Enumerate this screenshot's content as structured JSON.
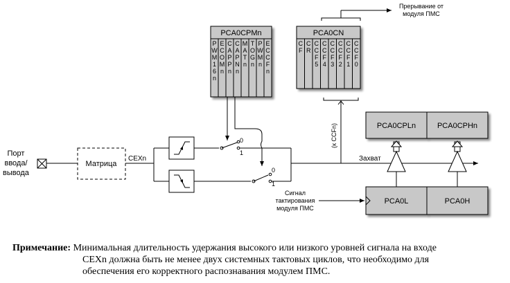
{
  "port_label": [
    "Порт",
    "ввода/",
    "вывода"
  ],
  "matrix_label": "Матрица",
  "cex_label": "CEXn",
  "pca0cpmn": {
    "title": "PCA0CPMn",
    "bits": [
      [
        "P",
        "W",
        "M",
        "1",
        "6",
        "n"
      ],
      [
        "E",
        "C",
        "O",
        "M",
        "n"
      ],
      [
        "C",
        "A",
        "P",
        "P",
        "n"
      ],
      [
        "C",
        "A",
        "P",
        "N",
        "n"
      ],
      [
        "M",
        "A",
        "T",
        "n"
      ],
      [
        "T",
        "O",
        "G",
        "n"
      ],
      [
        "P",
        "W",
        "M",
        "n"
      ],
      [
        "E",
        "C",
        "C",
        "F",
        "n"
      ]
    ]
  },
  "pca0cn": {
    "title": "PCA0CN",
    "bits": [
      [
        "C",
        "F"
      ],
      [
        "C",
        "R"
      ],
      [
        "C",
        "C",
        "F",
        "5"
      ],
      [
        "C",
        "C",
        "F",
        "4"
      ],
      [
        "C",
        "C",
        "F",
        "3"
      ],
      [
        "C",
        "C",
        "F",
        "2"
      ],
      [
        "C",
        "C",
        "F",
        "1"
      ],
      [
        "C",
        "C",
        "F",
        "0"
      ]
    ]
  },
  "interrupt_label": [
    "Прерывание от",
    "модуля ПМС"
  ],
  "ccfn_label": "(к CCFn)",
  "capture_label": "Захват",
  "mux_labels": {
    "zero1": "0",
    "one1": "1",
    "zero2": "0",
    "one2": "1"
  },
  "pca0cpln": "PCA0CPLn",
  "pca0cphn": "PCA0CPHn",
  "pca0l": "PCA0L",
  "pca0h": "PCA0H",
  "clock_label": [
    "Сигнал",
    "тактирования",
    "модуля ПМС"
  ],
  "note": {
    "heading": "Примечание:",
    "line1": "Минимальная длительность удержания высокого или низкого уровней сигнала на входе",
    "line2": "CEXn должна быть не менее двух системных тактовых циклов, что необходимо для",
    "line3": "обеспечения его корректного распознавания модулем ПМС."
  }
}
